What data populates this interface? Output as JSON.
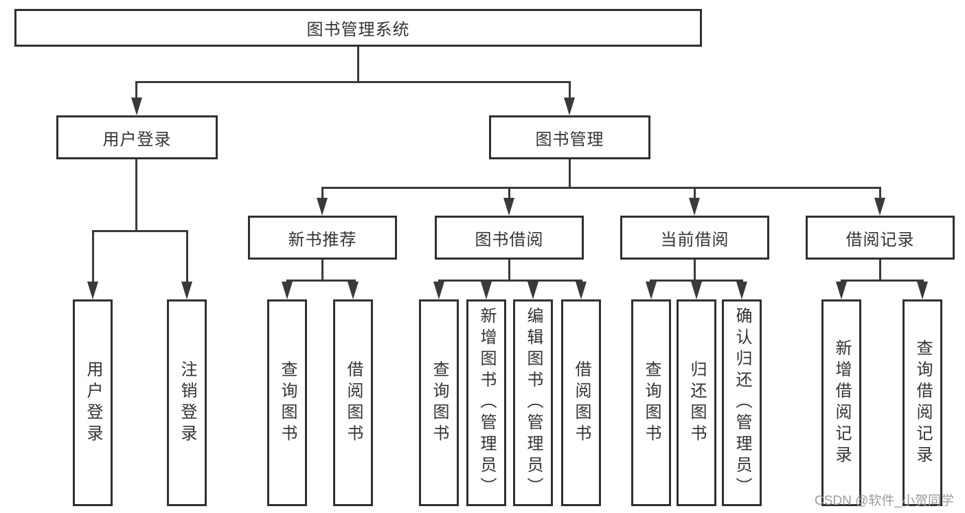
{
  "root": {
    "label": "图书管理系统"
  },
  "level2": {
    "user_login": "用户登录",
    "book_management": "图书管理"
  },
  "level3": {
    "new_book": "新书推荐",
    "book_borrow": "图书借阅",
    "current_borrow": "当前借阅",
    "borrow_records": "借阅记录"
  },
  "leaves": {
    "user_login": [
      "用户登录",
      "注销登录"
    ],
    "new_book": [
      "查询图书",
      "借阅图书"
    ],
    "book_borrow": [
      "查询图书",
      "新增图书（管理员）",
      "编辑图书（管理员）",
      "借阅图书"
    ],
    "current_borrow": [
      "查询图书",
      "归还图书",
      "确认归还（管理员）"
    ],
    "borrow_records": [
      "新增借阅记录",
      "查询借阅记录"
    ]
  },
  "watermark": "CSDN @软件_小贺同学",
  "colors": {
    "line": "#3a3a3a",
    "border": "#2f2f2f",
    "text": "#333333",
    "watermark": "#9c9c9c"
  }
}
